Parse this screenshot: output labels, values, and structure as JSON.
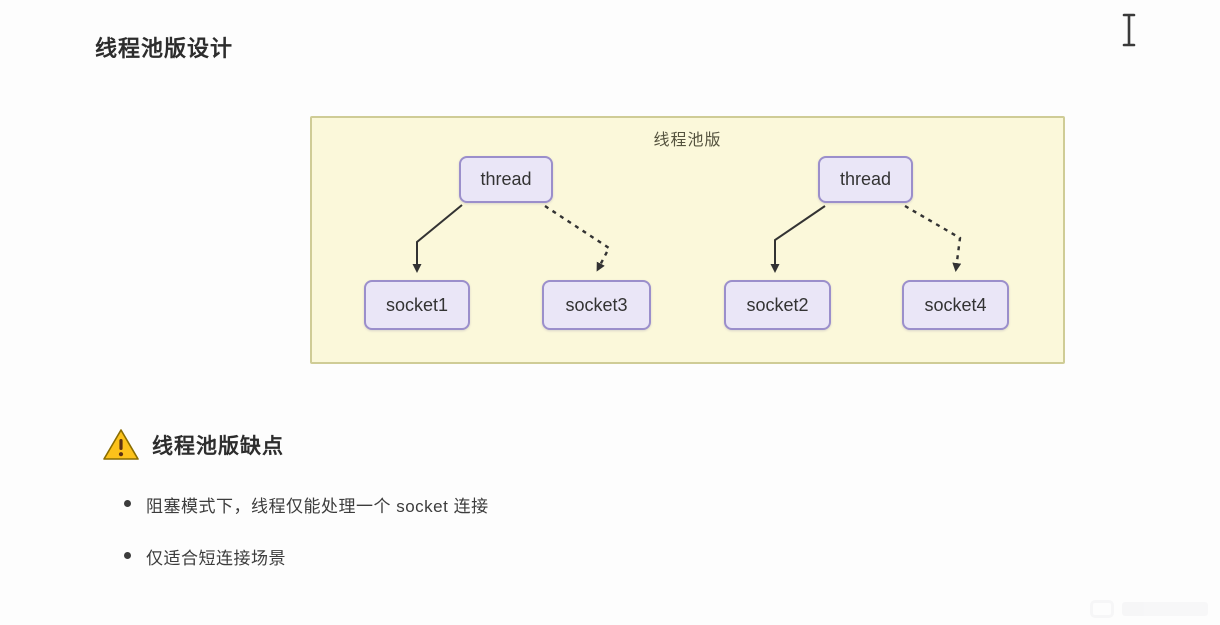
{
  "page": {
    "title": "线程池版设计"
  },
  "diagram": {
    "label": "线程池版",
    "type": "flowchart",
    "nodes": [
      {
        "id": "thread-1",
        "label": "thread"
      },
      {
        "id": "thread-2",
        "label": "thread"
      },
      {
        "id": "socket1",
        "label": "socket1"
      },
      {
        "id": "socket3",
        "label": "socket3"
      },
      {
        "id": "socket2",
        "label": "socket2"
      },
      {
        "id": "socket4",
        "label": "socket4"
      }
    ],
    "edges": [
      {
        "from": "thread-1",
        "to": "socket1",
        "style": "solid"
      },
      {
        "from": "thread-1",
        "to": "socket3",
        "style": "dashed"
      },
      {
        "from": "thread-2",
        "to": "socket2",
        "style": "solid"
      },
      {
        "from": "thread-2",
        "to": "socket4",
        "style": "dashed"
      }
    ],
    "colors": {
      "box_background": "#fbf8da",
      "box_border": "#cfcc96",
      "node_background": "#eae6f7",
      "node_border": "#9b8fcb",
      "arrow": "#333333"
    }
  },
  "warning": {
    "heading": "线程池版缺点",
    "icon": "warning-triangle",
    "icon_color": "#fcc21b",
    "bullets": [
      "阻塞模式下，线程仅能处理一个 socket 连接",
      "仅适合短连接场景"
    ]
  }
}
